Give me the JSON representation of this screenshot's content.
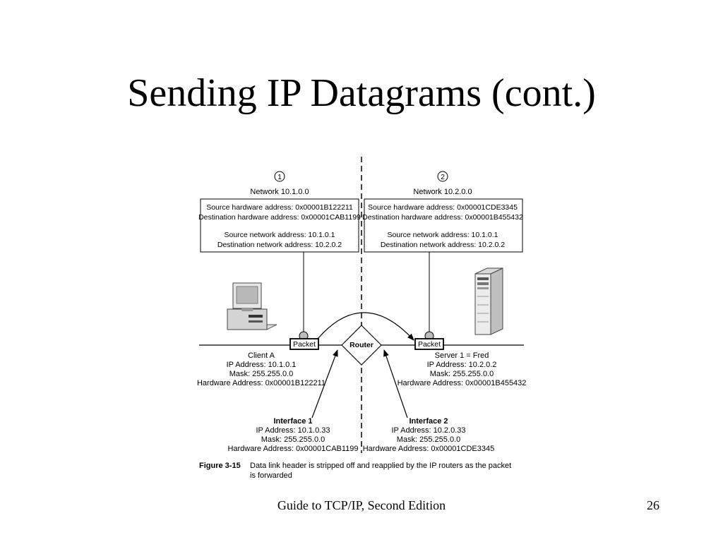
{
  "slide": {
    "title": "Sending IP Datagrams (cont.)",
    "footer": "Guide to TCP/IP, Second Edition",
    "page_number": "26"
  },
  "diagram": {
    "network1": {
      "marker": "1",
      "label": "Network 10.1.0.0",
      "source_hw": "Source hardware address: 0x00001B122211",
      "dest_hw": "Destination hardware address: 0x00001CAB1199",
      "source_net": "Source network address: 10.1.0.1",
      "dest_net": "Destination network address: 10.2.0.2"
    },
    "network2": {
      "marker": "2",
      "label": "Network 10.2.0.0",
      "source_hw": "Source hardware address: 0x00001CDE3345",
      "dest_hw": "Destination hardware address: 0x00001B455432",
      "source_net": "Source network address: 10.1.0.1",
      "dest_net": "Destination network address: 10.2.0.2"
    },
    "packet_label": "Packet",
    "router_label": "Router",
    "client": {
      "name": "Client A",
      "ip": "IP Address: 10.1.0.1",
      "mask": "Mask: 255.255.0.0",
      "hw": "Hardware Address: 0x00001B122211"
    },
    "server": {
      "name": "Server 1 = Fred",
      "ip": "IP Address: 10.2.0.2",
      "mask": "Mask: 255.255.0.0",
      "hw": "Hardware Address: 0x00001B455432"
    },
    "interface1": {
      "name": "Interface 1",
      "ip": "IP Address: 10.1.0.33",
      "mask": "Mask: 255.255.0.0",
      "hw": "Hardware Address: 0x00001CAB1199"
    },
    "interface2": {
      "name": "Interface 2",
      "ip": "IP Address: 10.2.0.33",
      "mask": "Mask: 255.255.0.0",
      "hw": "Hardware Address: 0x00001CDE3345"
    },
    "figure": {
      "label": "Figure 3-15",
      "caption_line1": "Data link header is stripped off and reapplied by the IP routers as the packet",
      "caption_line2": "is forwarded"
    }
  }
}
